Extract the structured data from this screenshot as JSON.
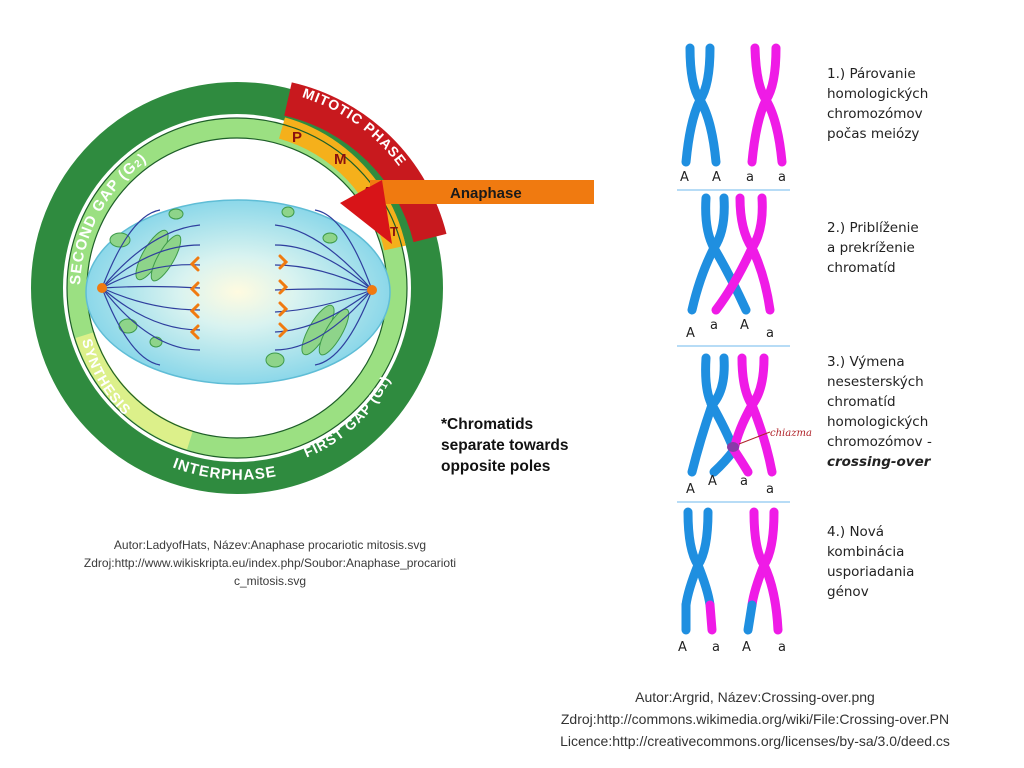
{
  "cell_cycle": {
    "phases": {
      "second_gap": "SECOND GAP (G",
      "second_gap_sub": "2",
      "mitotic_phase": "MITOTIC PHASE",
      "synthesis": "SYNTHESIS",
      "first_gap": "FIRST GAP (G",
      "first_gap_sub": "1",
      "interphase": "INTERPHASE",
      "close_paren": ")"
    },
    "mitosis_letters": [
      "P",
      "M",
      "A",
      "T"
    ],
    "current_stage": "Anaphase",
    "colors": {
      "outer_ring": "#2f8b3f",
      "inner_ring": "#8fdc7a",
      "mitotic_red": "#c8191e",
      "mitotic_orange": "#f59a1b",
      "arrow": "#f07a10",
      "cell": "#9fe0ee"
    }
  },
  "note": {
    "line1": "*Chromatids",
    "line2": "separate towards",
    "line3": "opposite poles"
  },
  "left_caption": {
    "line1": "Autor:LadyofHats, Název:Anaphase procariotic mitosis.svg",
    "line2": "Zdroj:http://www.wikiskripta.eu/index.php/Soubor:Anaphase_procarioti",
    "line3": "c_mitosis.svg"
  },
  "crossing_over": {
    "colors": {
      "blue": "#1f8fe0",
      "magenta": "#ef1be6",
      "chiasma_label": "#b0242a"
    },
    "chiasma_label": "chiazma",
    "steps": [
      {
        "lines": [
          "1.) Párovanie",
          "homologických",
          "chromozómov",
          "počas meiózy"
        ],
        "alleles": [
          "A",
          "A",
          "a",
          "a"
        ]
      },
      {
        "lines": [
          "2.) Priblíženie",
          "a prekríženie",
          "chromatíd"
        ],
        "alleles": [
          "A",
          "a",
          "A",
          "a"
        ]
      },
      {
        "lines": [
          "3.) Výmena",
          "nesesterských",
          "chromatíd",
          "homologických",
          "chromozómov -"
        ],
        "emph": "crossing-over",
        "alleles": [
          "A",
          "A",
          "a",
          "a"
        ]
      },
      {
        "lines": [
          "4.) Nová",
          "kombinácia",
          "usporiadania",
          "génov"
        ],
        "alleles": [
          "A",
          "a",
          "A",
          "a"
        ]
      }
    ]
  },
  "right_caption": {
    "line1": "Autor:Argrid, Název:Crossing-over.png",
    "line2": "Zdroj:http://commons.wikimedia.org/wiki/File:Crossing-over.PN",
    "line3": "Licence:http://creativecommons.org/licenses/by-sa/3.0/deed.cs"
  }
}
